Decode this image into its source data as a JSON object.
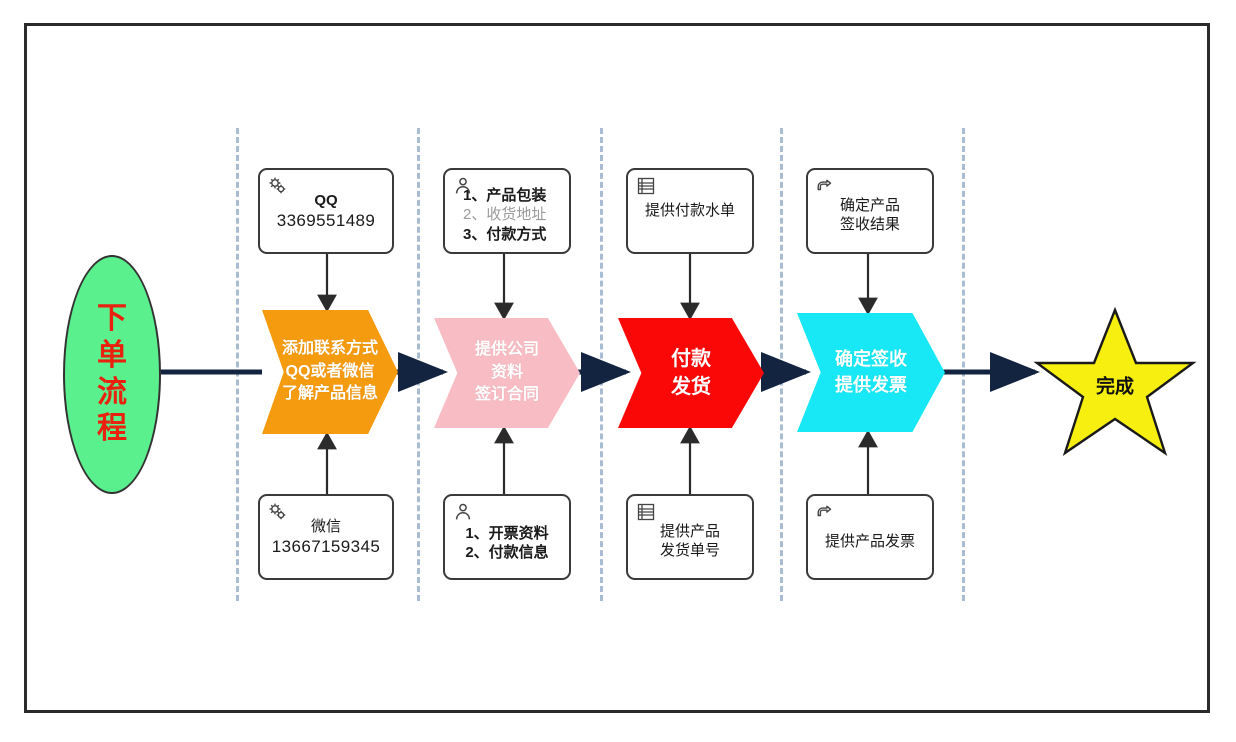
{
  "diagram": {
    "title_start": "下单流程",
    "end_label": "完成",
    "colors": {
      "start_fill": "#5bf08e",
      "start_text": "#e8220f",
      "stage1": "#f59b10",
      "stage2": "#f8bcc4",
      "stage3": "#fa0707",
      "stage4": "#18e8f5",
      "end_fill": "#f7ef10",
      "flow_arrow": "#12243f",
      "lane_divider": "#a8bcd4",
      "frame_border": "#2b2b2b"
    }
  },
  "stages": [
    {
      "key": "stage-1",
      "label_lines": [
        "添加联系方式",
        "QQ或者微信",
        "了解产品信息"
      ],
      "top_note": {
        "icon": "gears-icon",
        "lines": [
          {
            "text": "QQ",
            "style": "bold"
          },
          {
            "text": "3369551489",
            "style": "number"
          }
        ]
      },
      "bottom_note": {
        "icon": "gears-icon",
        "lines": [
          {
            "text": "微信",
            "style": "normal"
          },
          {
            "text": "13667159345",
            "style": "number"
          }
        ]
      }
    },
    {
      "key": "stage-2",
      "label_lines": [
        "提供公司",
        "资料",
        "签订合同"
      ],
      "top_note": {
        "icon": "person-icon",
        "lines": [
          {
            "text": "1、产品包装",
            "style": "bold"
          },
          {
            "text": "2、收货地址",
            "style": "dim"
          },
          {
            "text": "3、付款方式",
            "style": "bold"
          }
        ]
      },
      "bottom_note": {
        "icon": "person-icon",
        "lines": [
          {
            "text": "1、开票资料",
            "style": "bold"
          },
          {
            "text": "2、付款信息",
            "style": "bold"
          }
        ]
      }
    },
    {
      "key": "stage-3",
      "label_lines": [
        "付款",
        "发货"
      ],
      "top_note": {
        "icon": "document-list-icon",
        "lines": [
          {
            "text": "提供付款水单",
            "style": "normal"
          }
        ]
      },
      "bottom_note": {
        "icon": "document-list-icon",
        "lines": [
          {
            "text": "提供产品",
            "style": "normal"
          },
          {
            "text": "发货单号",
            "style": "normal"
          }
        ]
      }
    },
    {
      "key": "stage-4",
      "label_lines": [
        "确定签收",
        "提供发票"
      ],
      "top_note": {
        "icon": "pointing-hand-icon",
        "lines": [
          {
            "text": "确定产品",
            "style": "normal"
          },
          {
            "text": "签收结果",
            "style": "normal"
          }
        ]
      },
      "bottom_note": {
        "icon": "pointing-hand-icon",
        "lines": [
          {
            "text": "提供产品发票",
            "style": "normal"
          }
        ]
      }
    }
  ]
}
